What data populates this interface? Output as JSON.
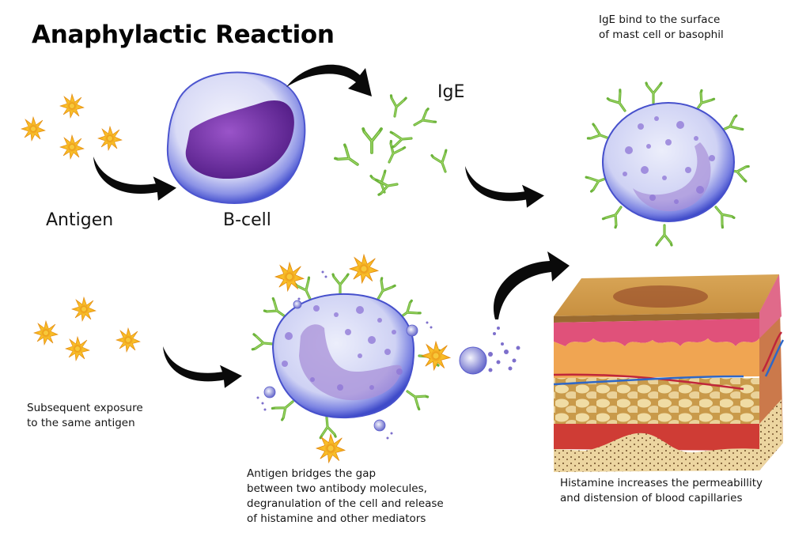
{
  "title": "Anaphylactic Reaction",
  "labels": {
    "antigen": "Antigen",
    "b_cell": "B-cell",
    "ige": "IgE",
    "ige_bind": [
      "IgE bind to the surface",
      "of mast cell or basophil"
    ],
    "subsequent_exposure": [
      "Subsequent exposure",
      "to the same antigen"
    ],
    "antigen_bridges": [
      "Antigen bridges the gap",
      "between two antibody molecules,",
      "degranulation of the cell and release",
      "of histamine and other mediators"
    ],
    "histamine_effect": [
      "Histamine increases the permeabillity",
      "and distension of blood capillaries"
    ]
  },
  "colors": {
    "antigen_star": "#f7b21a",
    "antigen_star_core": "#e88a0c",
    "cell_membrane": "#5a63d8",
    "cell_cytoplasm": "#dcdcf6",
    "b_cell_nucleus": "#6a2a9e",
    "mast_nucleus": "#a78ad4",
    "granule": "#8d74d6",
    "ige_antibody": "#7bc043",
    "arrow": "#0a0a0a",
    "skin_epidermis": "#d9a75a",
    "skin_dermis_pink": "#e0517a",
    "skin_dermis_orange": "#f0a552",
    "fat": "#e8cf8e",
    "muscle": "#cf3c35",
    "bone": "#e9cf93",
    "artery": "#c0263a",
    "vein": "#2e67c7"
  }
}
